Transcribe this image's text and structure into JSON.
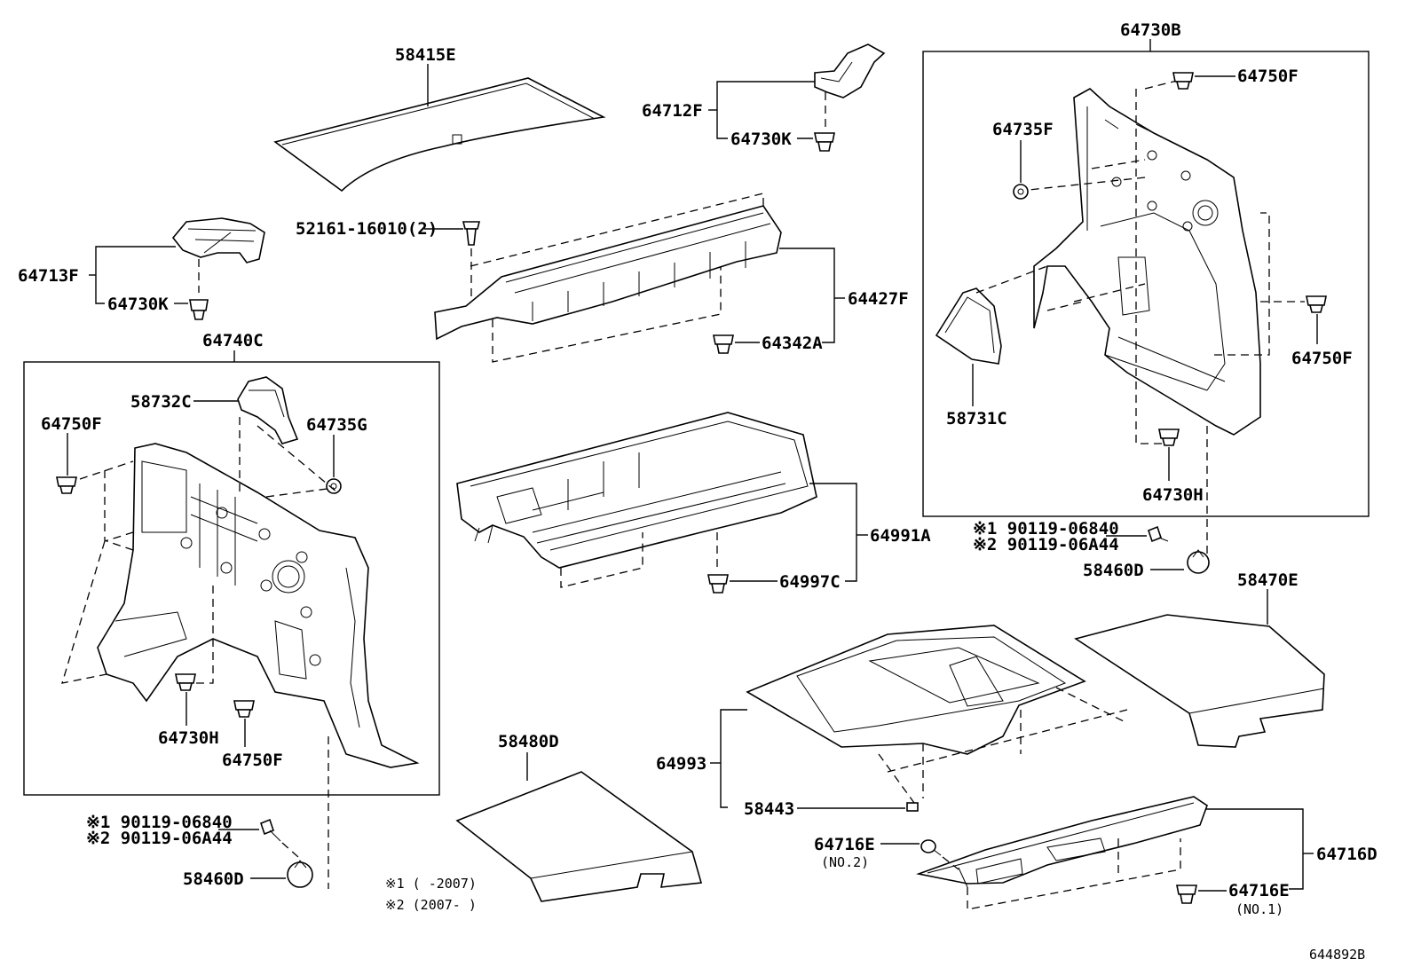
{
  "labels": {
    "p58415E": "58415E",
    "p64713F": "64713F",
    "p64730K_left": "64730K",
    "p64740C": "64740C",
    "p58732C": "58732C",
    "p64750F_left_top": "64750F",
    "p64735G": "64735G",
    "p64730H_left": "64730H",
    "p64750F_left_bot": "64750F",
    "p90119_06840_left": "※1 90119-06840",
    "p90119_06A44_left": "※2 90119-06A44",
    "p58460D_left": "58460D",
    "p64712F": "64712F",
    "p64730K_top": "64730K",
    "p52161": "52161-16010(2)",
    "p64427F": "64427F",
    "p64342A": "64342A",
    "p64991A": "64991A",
    "p64997C": "64997C",
    "p58480D": "58480D",
    "p64730B": "64730B",
    "p64750F_right_top": "64750F",
    "p64735F": "64735F",
    "p64750F_right_mid": "64750F",
    "p58731C": "58731C",
    "p64730H_right": "64730H",
    "p90119_06840_right": "※1 90119-06840",
    "p90119_06A44_right": "※2 90119-06A44",
    "p58460D_right": "58460D",
    "p58470E": "58470E",
    "p64993": "64993",
    "p58443": "58443",
    "p64716E_no2": "64716E",
    "p64716E_no2_note": "(NO.2)",
    "p64716D": "64716D",
    "p64716E_no1": "64716E",
    "p64716E_no1_note": "(NO.1)"
  },
  "notes": {
    "note1": "※1 (      -2007)",
    "note2": "※2 (2007-      )"
  },
  "diagram_id": "644892B"
}
